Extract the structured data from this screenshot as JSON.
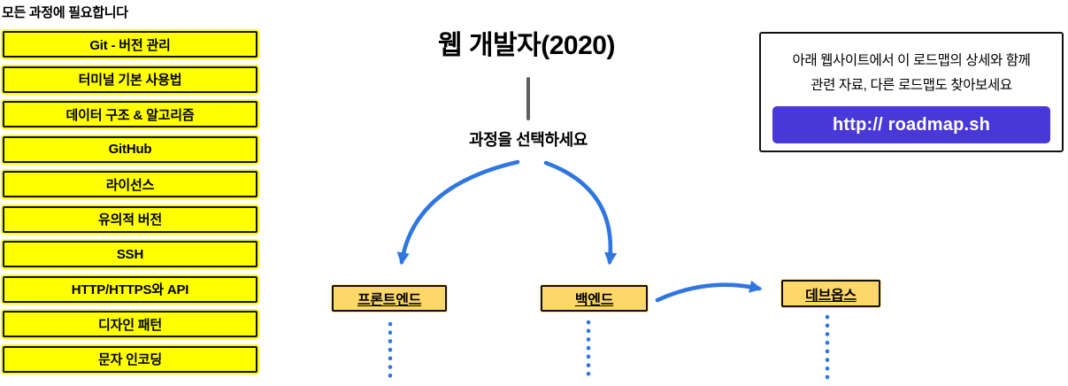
{
  "colors": {
    "topic_node_bg": "#ffff00",
    "path_node_bg": "#fdd767",
    "arrow_blue": "#3076e0",
    "button_purple": "#4838d8",
    "border_black": "#111111",
    "connector_gray": "#5f5f5f"
  },
  "sidebar": {
    "heading": "모든 과정에 필요합니다",
    "items": [
      "Git - 버전 관리",
      "터미널 기본 사용법",
      "데이터 구조 & 알고리즘",
      "GitHub",
      "라이선스",
      "유의적 버전",
      "SSH",
      "HTTP/HTTPS와 API",
      "디자인 패턴",
      "문자 인코딩"
    ]
  },
  "center": {
    "title": "웹 개발자(2020)",
    "subtitle": "과정을 선택하세요"
  },
  "paths": [
    {
      "id": "frontend",
      "label": "프론트엔드"
    },
    {
      "id": "backend",
      "label": "백엔드"
    },
    {
      "id": "devops",
      "label": "데브옵스"
    }
  ],
  "info_box": {
    "line1": "아래 웹사이트에서 이 로드맵의 상세와 함께",
    "line2": "관련 자료, 다른 로드맵도 찾아보세요",
    "button_label": "http:// roadmap.sh"
  }
}
